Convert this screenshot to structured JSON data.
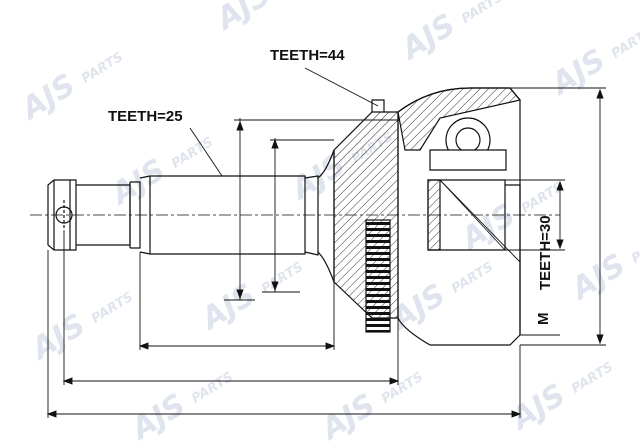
{
  "watermark": {
    "brand": "AJS",
    "suffix": "PARTS",
    "color": "#dfe4ee"
  },
  "labels": {
    "teeth_outer": "TEETH=44",
    "teeth_shaft": "TEETH=25",
    "teeth_inner": "TEETH=30",
    "thread": "M"
  },
  "colors": {
    "line": "#111111",
    "hatch": "#333333",
    "background": "#ffffff"
  }
}
